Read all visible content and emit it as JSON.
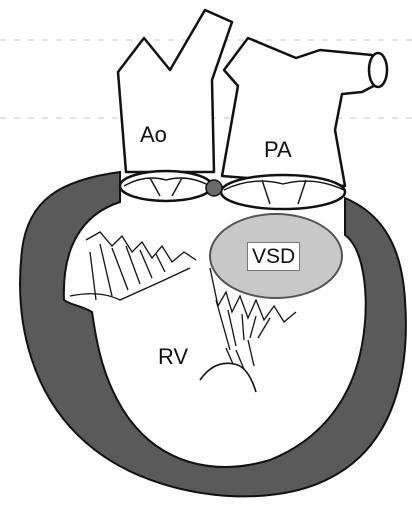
{
  "labels": {
    "aorta": "Ao",
    "pulmonary_artery": "PA",
    "right_ventricle": "RV",
    "defect": "VSD"
  },
  "colors": {
    "wall": "#5a5a5a",
    "defect_fill": "#c8c8c8",
    "outline": "#111111",
    "background": "#ffffff"
  }
}
